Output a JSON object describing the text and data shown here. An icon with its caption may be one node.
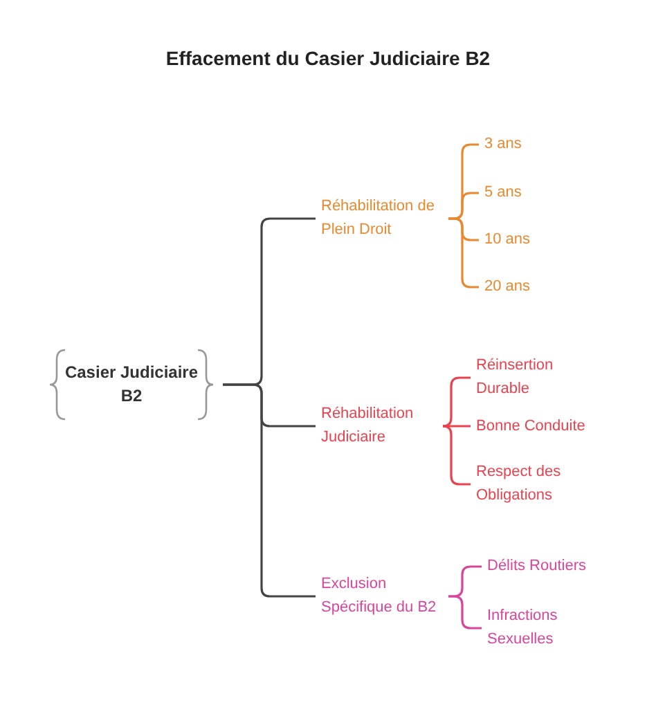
{
  "diagram": {
    "title": "Effacement du Casier Judiciaire B2",
    "nodes": [
      {
        "text": [
          "Casier Judiciaire B2"
        ]
      },
      {
        "text": [
          "Réhabilitation de Plein Droit"
        ]
      },
      {
        "text": [
          "3 ans"
        ]
      },
      {
        "text": [
          "5 ans"
        ]
      },
      {
        "text": [
          "10 ans"
        ]
      },
      {
        "text": [
          "20 ans"
        ]
      },
      {
        "text": [
          "Réhabilitation Judiciaire"
        ]
      },
      {
        "text": [
          "Réinsertion Durable"
        ]
      },
      {
        "text": [
          "Bonne Conduite"
        ]
      },
      {
        "text": [
          "Respect des Obligations"
        ]
      },
      {
        "text": [
          "Exclusion Spécifique du B2"
        ]
      },
      {
        "text": [
          "Délits Routiers"
        ]
      },
      {
        "text": [
          "Infractions Sexuelles"
        ]
      }
    ],
    "edges": [
      {
        "from": 0,
        "to": 1,
        "arrow": "none",
        "color": "#444444"
      },
      {
        "from": 0,
        "to": 6,
        "arrow": "none",
        "color": "#444444"
      },
      {
        "from": 0,
        "to": 10,
        "arrow": "none",
        "color": "#444444"
      },
      {
        "from": 1,
        "to": 2,
        "arrow": "none",
        "color": "#e8892f"
      },
      {
        "from": 1,
        "to": 3,
        "arrow": "none",
        "color": "#e8892f"
      },
      {
        "from": 1,
        "to": 4,
        "arrow": "none",
        "color": "#e8892f"
      },
      {
        "from": 1,
        "to": 5,
        "arrow": "none",
        "color": "#e8892f"
      },
      {
        "from": 6,
        "to": 7,
        "arrow": "none",
        "color": "#e8424f"
      },
      {
        "from": 6,
        "to": 8,
        "arrow": "none",
        "color": "#e8424f"
      },
      {
        "from": 6,
        "to": 9,
        "arrow": "none",
        "color": "#e8424f"
      },
      {
        "from": 10,
        "to": 11,
        "arrow": "none",
        "color": "#d9449c"
      },
      {
        "from": 10,
        "to": 12,
        "arrow": "none",
        "color": "#d9449c"
      }
    ]
  }
}
